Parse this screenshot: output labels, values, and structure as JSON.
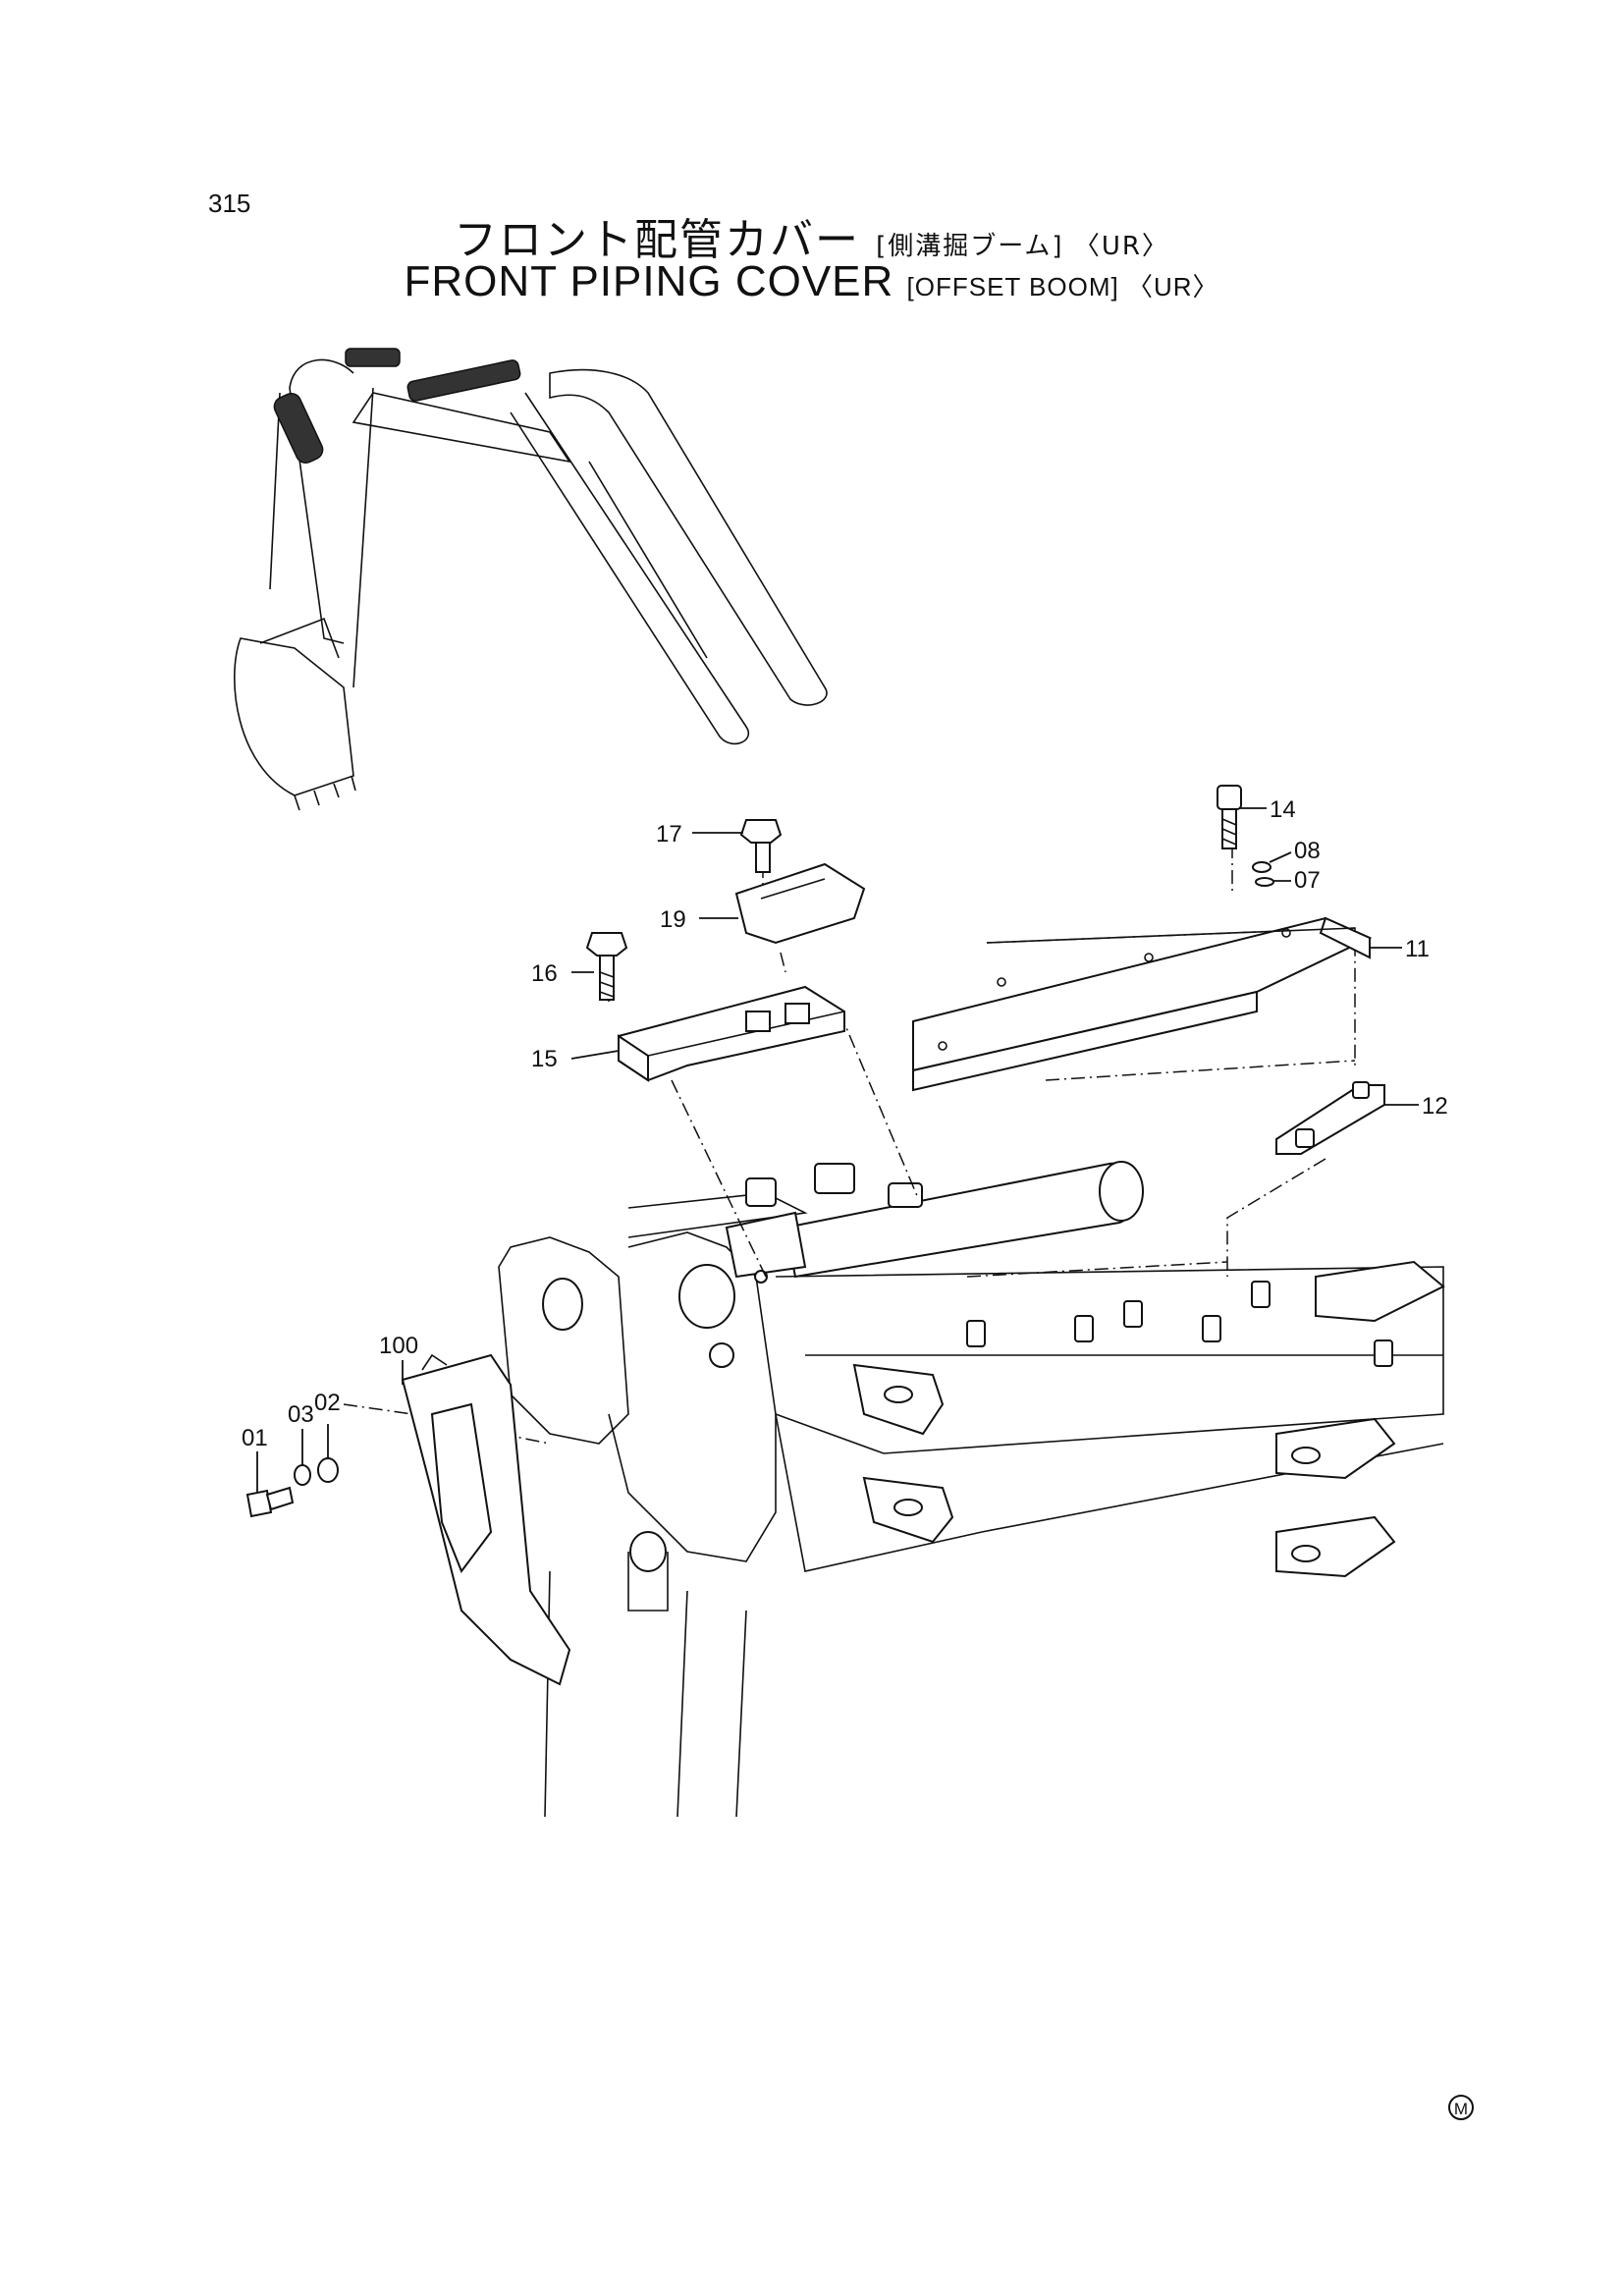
{
  "page": {
    "number": "315"
  },
  "title": {
    "jp_main": "フロント配管カバー",
    "jp_sub": "[側溝掘ブーム] 〈UR〉",
    "en_main": "FRONT PIPING COVER",
    "en_sub": "[OFFSET BOOM] 〈UR〉"
  },
  "callouts": {
    "p14": "14",
    "p08": "08",
    "p07": "07",
    "p11": "11",
    "p12": "12",
    "p17": "17",
    "p19": "19",
    "p16": "16",
    "p15": "15",
    "p100": "100",
    "p01": "01",
    "p02": "02",
    "p03": "03"
  },
  "mark": "M"
}
